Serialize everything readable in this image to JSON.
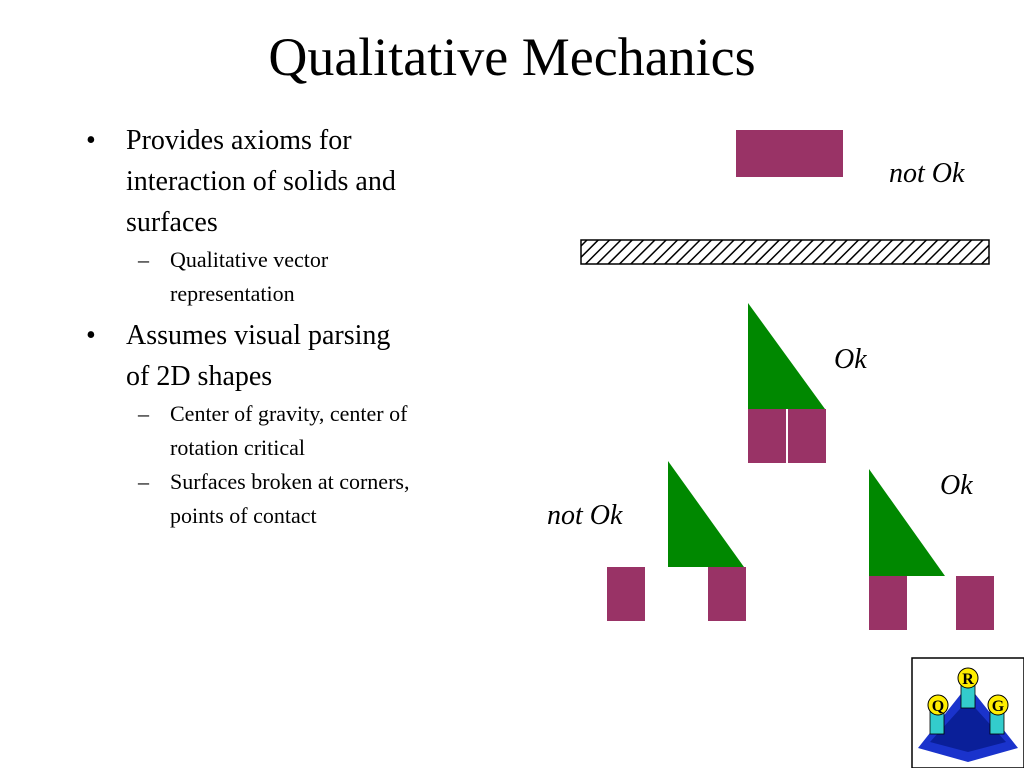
{
  "slide": {
    "title": "Qualitative Mechanics",
    "bullets": [
      {
        "text_lines": [
          "Provides axioms for",
          "interaction of solids and",
          "surfaces"
        ],
        "subs": [
          {
            "text_lines": [
              "Qualitative vector",
              "representation"
            ]
          }
        ]
      },
      {
        "text_lines": [
          "Assumes visual parsing",
          "of 2D shapes"
        ],
        "subs": [
          {
            "text_lines": [
              "Center of gravity, center of",
              "rotation critical"
            ]
          },
          {
            "text_lines": [
              "Surfaces broken at corners,",
              "points of contact"
            ]
          }
        ]
      }
    ],
    "bullet_glyph": "•",
    "sub_glyph": "–"
  },
  "diagram": {
    "labels": {
      "top_right": "not Ok",
      "middle": "Ok",
      "bottom_left": "not Ok",
      "bottom_right": "Ok"
    },
    "colors": {
      "block": "#993366",
      "triangle": "#008800",
      "hatch_stroke": "#000000"
    }
  },
  "logo": {
    "letters": [
      "R",
      "Q",
      "G"
    ],
    "colors": {
      "base": "#1a33cc",
      "pillar": "#33cccc",
      "letter": "#ffee00"
    }
  }
}
